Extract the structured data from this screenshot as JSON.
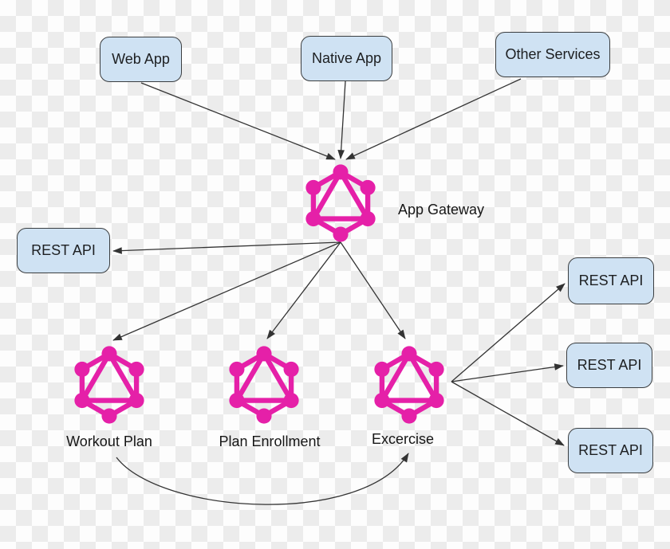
{
  "boxes": {
    "web_app": {
      "label": "Web App"
    },
    "native_app": {
      "label": "Native App"
    },
    "other_services": {
      "label": "Other Services"
    },
    "rest_api_left": {
      "label": "REST API"
    },
    "rest_api_right_1": {
      "label": "REST API"
    },
    "rest_api_right_2": {
      "label": "REST API"
    },
    "rest_api_right_3": {
      "label": "REST API"
    }
  },
  "services": {
    "app_gateway": {
      "label": "App Gateway"
    },
    "workout_plan": {
      "label": "Workout Plan"
    },
    "plan_enrollment": {
      "label": "Plan Enrollment"
    },
    "excercise": {
      "label": "Excercise"
    }
  },
  "icons": {
    "graphql_logo": "graphql-hexagon-logo"
  },
  "colors": {
    "graphql_pink": "#e520a8",
    "box_fill": "#cfe2f3",
    "box_border": "#3b3e40",
    "arrow": "#333333",
    "checker_light": "#fdfdfd",
    "checker_dark": "#ececec"
  },
  "edges": [
    {
      "from": "web_app",
      "to": "app_gateway"
    },
    {
      "from": "native_app",
      "to": "app_gateway"
    },
    {
      "from": "other_services",
      "to": "app_gateway"
    },
    {
      "from": "app_gateway",
      "to": "rest_api_left"
    },
    {
      "from": "app_gateway",
      "to": "workout_plan"
    },
    {
      "from": "app_gateway",
      "to": "plan_enrollment"
    },
    {
      "from": "app_gateway",
      "to": "excercise"
    },
    {
      "from": "excercise",
      "to": "rest_api_right_1"
    },
    {
      "from": "excercise",
      "to": "rest_api_right_2"
    },
    {
      "from": "excercise",
      "to": "rest_api_right_3"
    },
    {
      "from": "workout_plan",
      "to": "excercise",
      "style": "curved"
    }
  ]
}
